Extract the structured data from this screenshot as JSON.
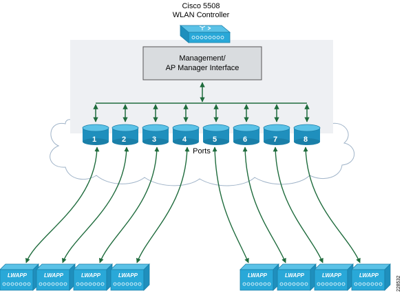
{
  "controller": {
    "name_line1": "Cisco 5508",
    "name_line2": "WLAN Controller",
    "icon": "wlan-controller-icon"
  },
  "interface": {
    "label_line1": "Management/",
    "label_line2": "AP Manager Interface"
  },
  "ports": {
    "caption": "Ports",
    "items": [
      "1",
      "2",
      "3",
      "4",
      "5",
      "6",
      "7",
      "8"
    ]
  },
  "access_points": {
    "label": "LWAPP",
    "count": 8,
    "icon": "lightweight-access-point-icon",
    "port_map": [
      "1",
      "2",
      "3",
      "4",
      "5",
      "6",
      "7",
      "8"
    ]
  },
  "figure_id": "228532",
  "colors": {
    "accent_blue": "#29a8d8",
    "accent_blue_dark": "#1a7fa8",
    "link_green": "#1e6b3c",
    "panel_gray": "#eef0f3",
    "interface_box": "#d9dcdf"
  }
}
